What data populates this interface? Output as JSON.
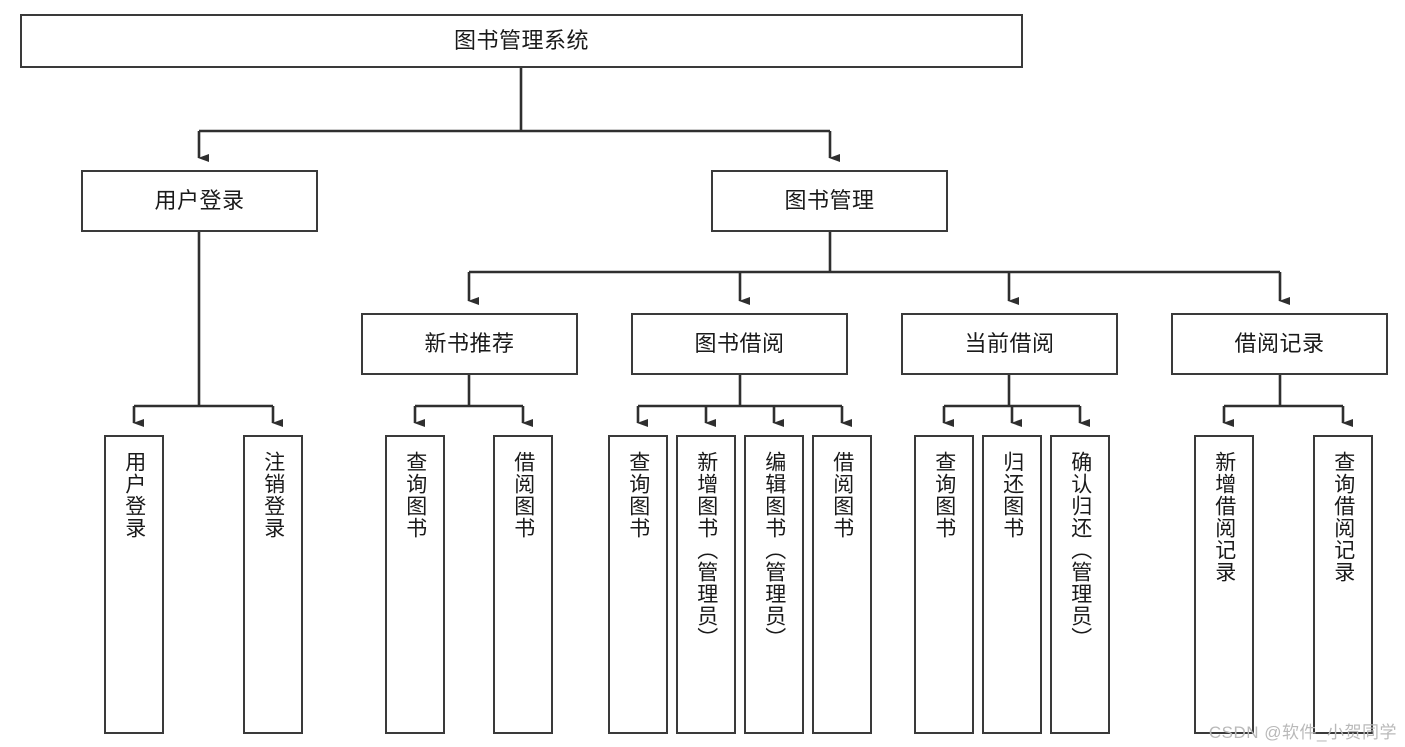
{
  "diagram": {
    "title": "图书管理系统",
    "type": "hierarchy-tree",
    "orientation": "top-down",
    "box_border_color": "#3a3a3a",
    "box_fill_color": "#ffffff",
    "connector_color": "#2f2f2f",
    "text_color": "#1a1a1a"
  },
  "watermark": {
    "text": "CSDN @软件_小贺同学",
    "color": "#b9b9b9"
  },
  "nodes": {
    "root": {
      "label": "图书管理系统"
    },
    "level2": [
      {
        "label": "用户登录"
      },
      {
        "label": "图书管理"
      }
    ],
    "level3": [
      {
        "label": "新书推荐"
      },
      {
        "label": "图书借阅"
      },
      {
        "label": "当前借阅"
      },
      {
        "label": "借阅记录"
      }
    ],
    "leaves": {
      "user_login": [
        {
          "label": "用户登录"
        },
        {
          "label": "注销登录"
        }
      ],
      "new_book_recommend": [
        {
          "label": "查询图书"
        },
        {
          "label": "借阅图书"
        }
      ],
      "book_borrow": [
        {
          "label": "查询图书"
        },
        {
          "label": "新增图书（管理员）"
        },
        {
          "label": "编辑图书（管理员）"
        },
        {
          "label": "借阅图书"
        }
      ],
      "current_borrow": [
        {
          "label": "查询图书"
        },
        {
          "label": "归还图书"
        },
        {
          "label": "确认归还（管理员）"
        }
      ],
      "borrow_record": [
        {
          "label": "新增借阅记录"
        },
        {
          "label": "查询借阅记录"
        }
      ]
    }
  }
}
